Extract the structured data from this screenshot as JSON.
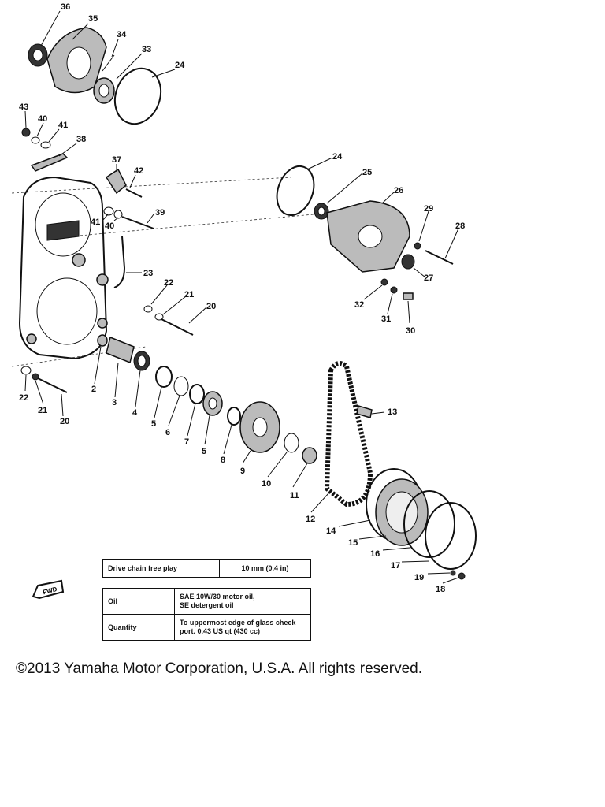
{
  "callouts": [
    {
      "id": "c36",
      "text": "36"
    },
    {
      "id": "c35",
      "text": "35"
    },
    {
      "id": "c34",
      "text": "34"
    },
    {
      "id": "c33",
      "text": "33"
    },
    {
      "id": "c24a",
      "text": "24"
    },
    {
      "id": "c43",
      "text": "43"
    },
    {
      "id": "c40a",
      "text": "40"
    },
    {
      "id": "c41a",
      "text": "41"
    },
    {
      "id": "c38",
      "text": "38"
    },
    {
      "id": "c37",
      "text": "37"
    },
    {
      "id": "c42",
      "text": "42"
    },
    {
      "id": "c41b",
      "text": "41"
    },
    {
      "id": "c40b",
      "text": "40"
    },
    {
      "id": "c39",
      "text": "39"
    },
    {
      "id": "c23",
      "text": "23"
    },
    {
      "id": "c22a",
      "text": "22"
    },
    {
      "id": "c21a",
      "text": "21"
    },
    {
      "id": "c20a",
      "text": "20"
    },
    {
      "id": "c24b",
      "text": "24"
    },
    {
      "id": "c25",
      "text": "25"
    },
    {
      "id": "c26",
      "text": "26"
    },
    {
      "id": "c29",
      "text": "29"
    },
    {
      "id": "c28",
      "text": "28"
    },
    {
      "id": "c27",
      "text": "27"
    },
    {
      "id": "c32",
      "text": "32"
    },
    {
      "id": "c31",
      "text": "31"
    },
    {
      "id": "c30",
      "text": "30"
    },
    {
      "id": "c2",
      "text": "2"
    },
    {
      "id": "c3",
      "text": "3"
    },
    {
      "id": "c4",
      "text": "4"
    },
    {
      "id": "c5a",
      "text": "5"
    },
    {
      "id": "c6",
      "text": "6"
    },
    {
      "id": "c7",
      "text": "7"
    },
    {
      "id": "c5b",
      "text": "5"
    },
    {
      "id": "c8",
      "text": "8"
    },
    {
      "id": "c9",
      "text": "9"
    },
    {
      "id": "c10",
      "text": "10"
    },
    {
      "id": "c11",
      "text": "11"
    },
    {
      "id": "c12",
      "text": "12"
    },
    {
      "id": "c13",
      "text": "13"
    },
    {
      "id": "c14",
      "text": "14"
    },
    {
      "id": "c15",
      "text": "15"
    },
    {
      "id": "c16",
      "text": "16"
    },
    {
      "id": "c17",
      "text": "17"
    },
    {
      "id": "c19",
      "text": "19"
    },
    {
      "id": "c18",
      "text": "18"
    },
    {
      "id": "c22b",
      "text": "22"
    },
    {
      "id": "c21b",
      "text": "21"
    },
    {
      "id": "c20b",
      "text": "20"
    }
  ],
  "spec_table_1": {
    "label": "Drive chain free play",
    "value": "10 mm (0.4 in)"
  },
  "spec_table_2": {
    "oil_label": "Oil",
    "oil_value_line1": "SAE 10W/30 motor oil,",
    "oil_value_line2": "SE detergent oil",
    "quantity_label": "Quantity",
    "quantity_value_line1": "To uppermost edge of glass check",
    "quantity_value_line2": "port.  0.43 US qt (430 cc)"
  },
  "fwd_label": "FWD",
  "copyright": "©2013 Yamaha Motor Corporation, U.S.A. All rights reserved."
}
